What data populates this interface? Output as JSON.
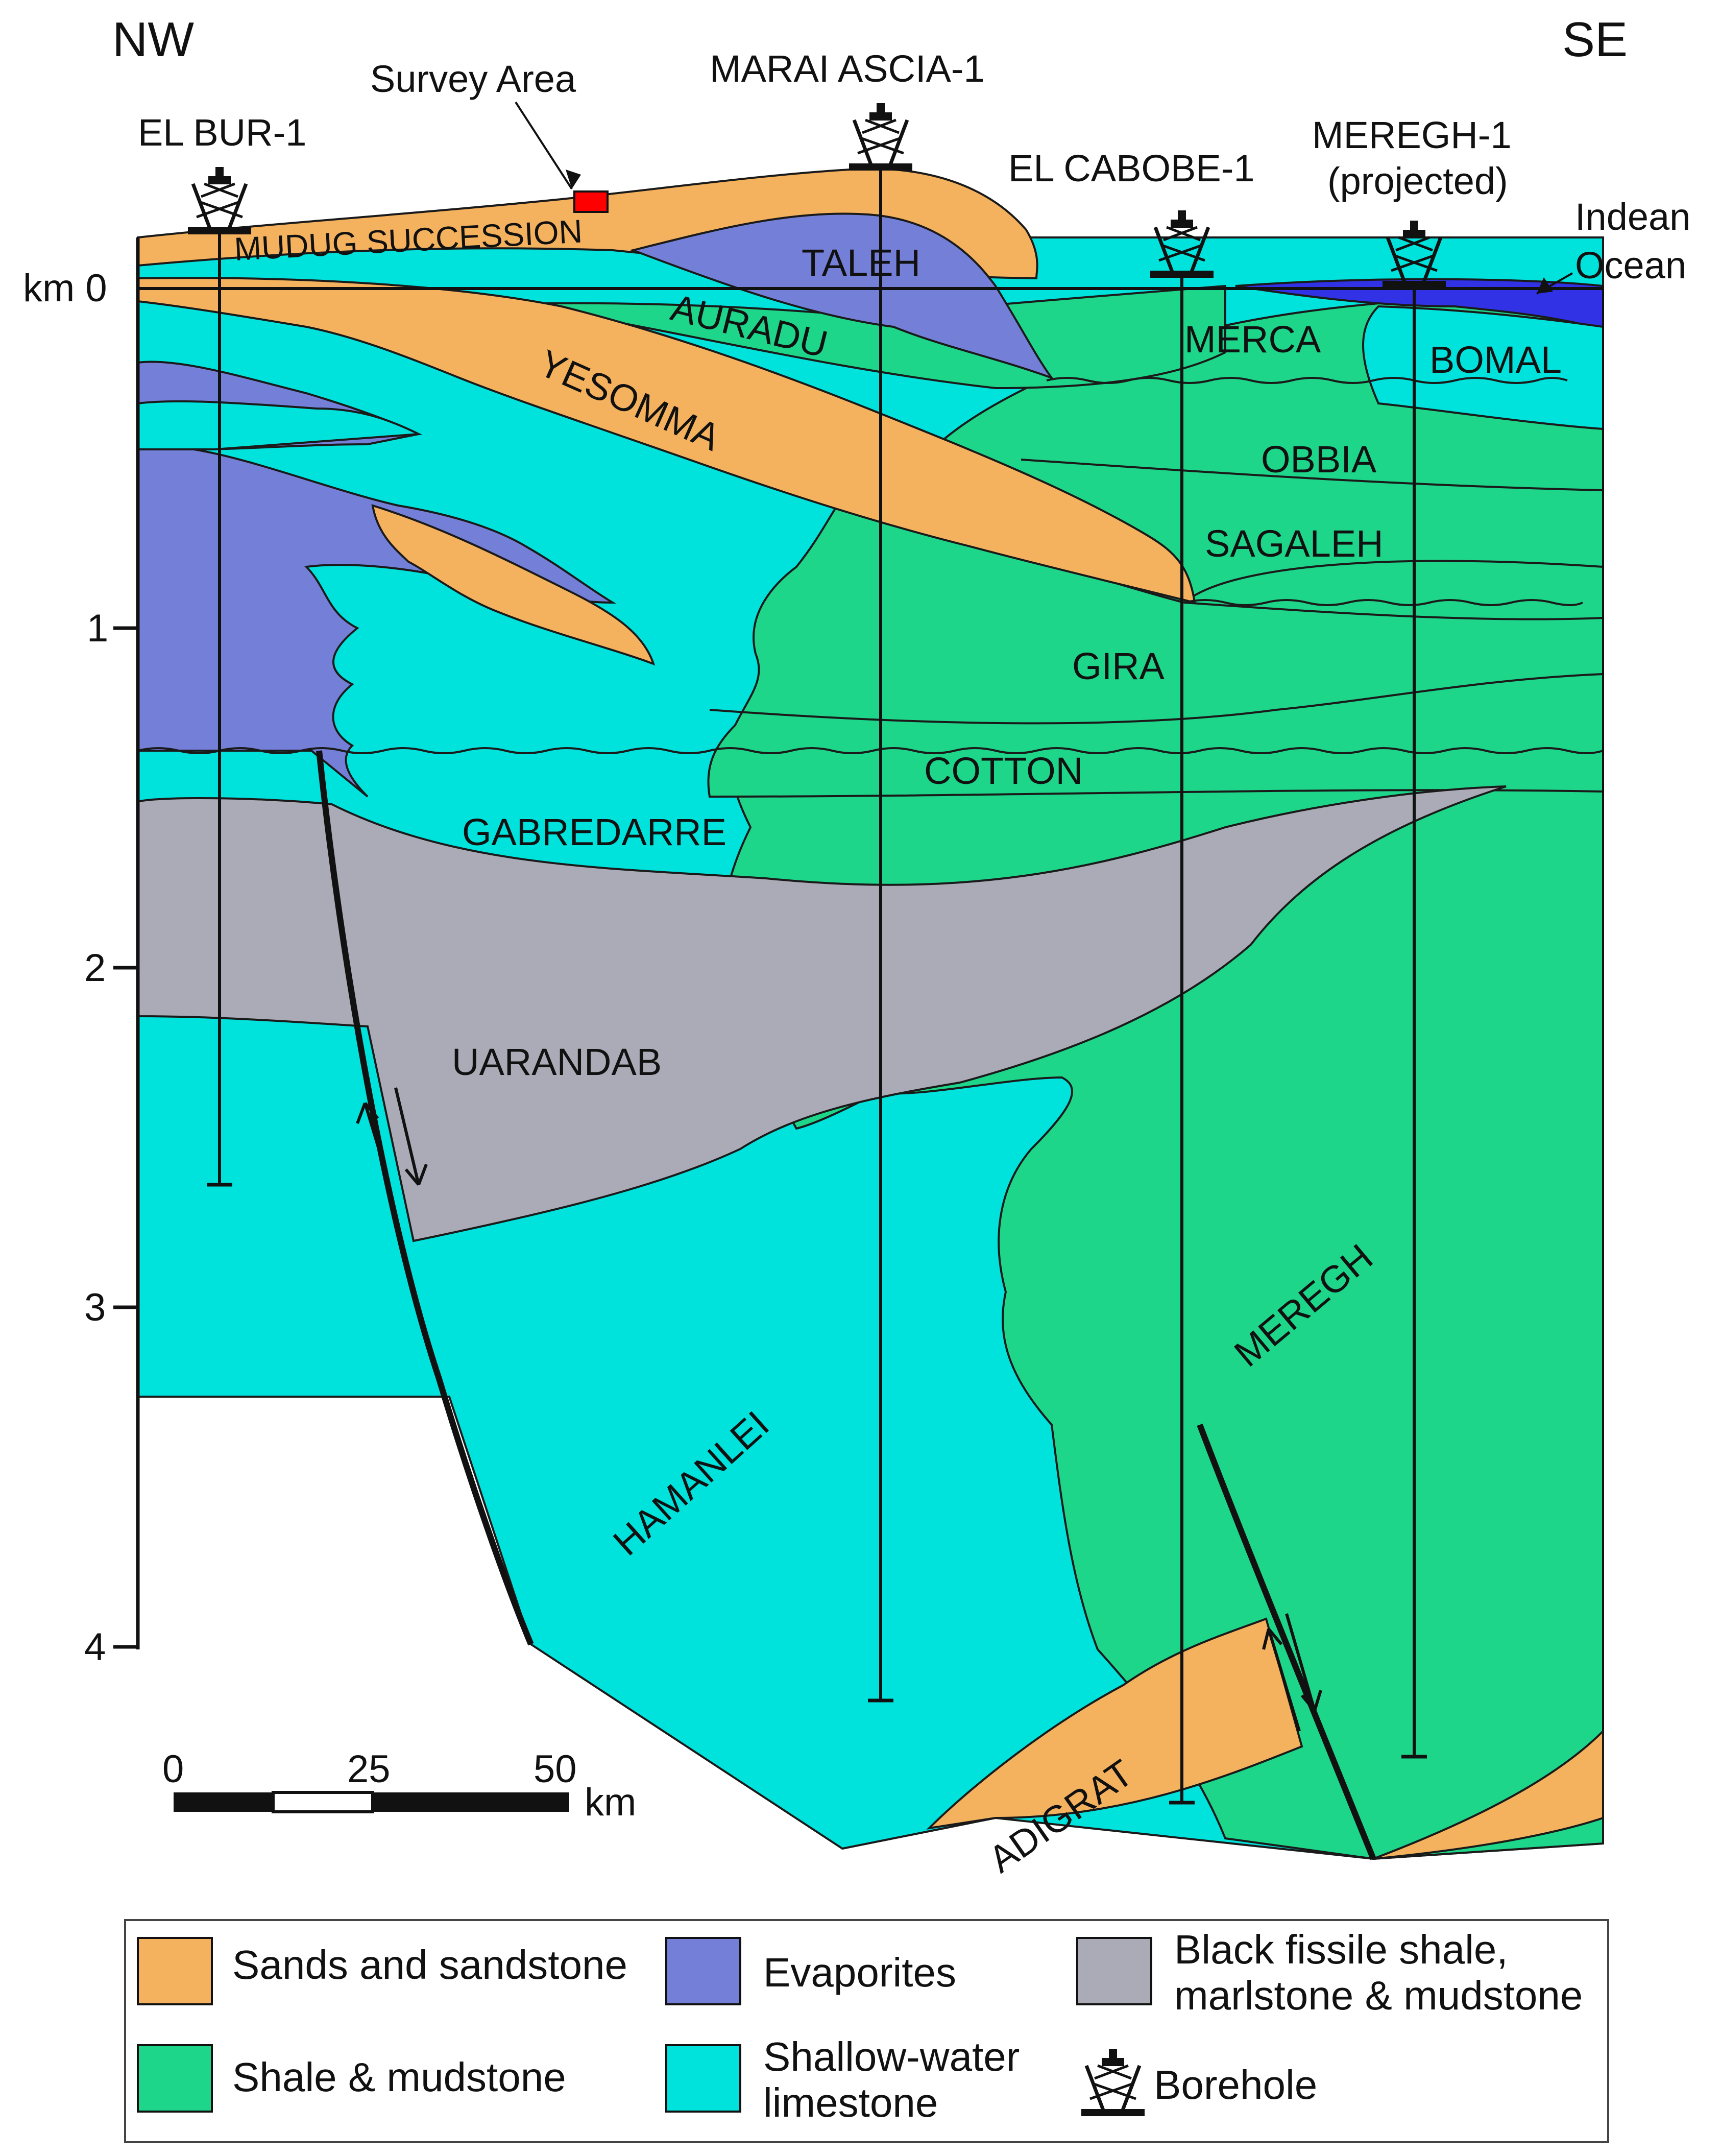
{
  "directions": {
    "left": "NW",
    "right": "SE"
  },
  "depth_axis": {
    "zero_label": "km 0",
    "ticks": [
      "1",
      "2",
      "3",
      "4"
    ]
  },
  "wells": {
    "el_bur": "EL BUR-1",
    "marai_ascia": "MARAI ASCIA-1",
    "el_cabobe": "EL CABOBE-1",
    "meregh_line1": "MEREGH-1",
    "meregh_line2": "(projected)"
  },
  "annotations": {
    "survey_area": "Survey Area",
    "ocean_line1": "Indean",
    "ocean_line2": "Ocean"
  },
  "formations": {
    "mudug": "MUDUG SUCCESSION",
    "taleh": "TALEH",
    "auradu": "AURADU",
    "yesomma": "YESOMMA",
    "merca": "MERCA",
    "bomal": "BOMAL",
    "obbia": "OBBIA",
    "sagaleh": "SAGALEH",
    "gira": "GIRA",
    "cotton": "COTTON",
    "gabredarre": "GABREDARRE",
    "uarandab": "UARANDAB",
    "hamanlei": "HAMANLEI",
    "meregh": "MEREGH",
    "adigrat": "ADIGRAT"
  },
  "scale_bar": {
    "labels": [
      "0",
      "25",
      "50"
    ],
    "unit": "km"
  },
  "legend": {
    "sands": "Sands and sandstone",
    "evaporites": "Evaporites",
    "black_shale_line1": "Black fissile shale,",
    "black_shale_line2": "marlstone & mudstone",
    "shale": "Shale & mudstone",
    "limestone_line1": "Shallow-water",
    "limestone_line2": "limestone",
    "borehole": "Borehole"
  },
  "colors": {
    "sand": "#F5B25E",
    "evaporite": "#7480D8",
    "black_shale": "#AAABB6",
    "shale": "#1ED68A",
    "limestone": "#00E3DD",
    "ocean": "#3131E6",
    "survey_marker": "#FF0000"
  }
}
